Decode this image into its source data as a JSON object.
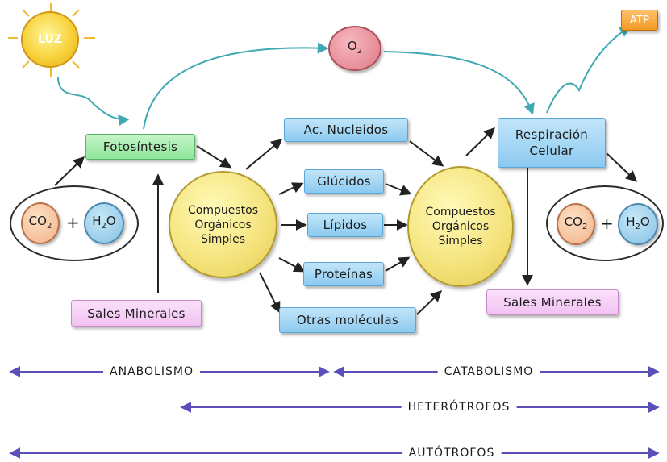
{
  "sun": {
    "label": "LUZ"
  },
  "oxygen": {
    "o": "O",
    "sub": "2"
  },
  "atp": {
    "label": "ATP"
  },
  "fotosintesis": {
    "label": "Fotosíntesis"
  },
  "respiracion": {
    "line1": "Respiración",
    "line2": "Celular"
  },
  "co2_left": {
    "c": "CO",
    "sub": "2"
  },
  "h2o_left": {
    "h": "H",
    "sub": "2",
    "o": "O"
  },
  "co2_right": {
    "c": "CO",
    "sub": "2"
  },
  "h2o_right": {
    "h": "H",
    "sub": "2",
    "o": "O"
  },
  "plus_sign": "+",
  "compuestos_left": {
    "line1": "Compuestos",
    "line2": "Orgánicos",
    "line3": "Simples"
  },
  "compuestos_right": {
    "line1": "Compuestos",
    "line2": "Orgánicos",
    "line3": "Simples"
  },
  "molecules": {
    "nucleidos": "Ac. Nucleidos",
    "glucidos": "Glúcidos",
    "lipidos": "Lípidos",
    "proteinas": "Proteínas",
    "otras": "Otras moléculas"
  },
  "sales_left": "Sales Minerales",
  "sales_right": "Sales Minerales",
  "scales": {
    "anabolismo": "ANABOLISMO",
    "catabolismo": "CATABOLISMO",
    "heterotrofos": "HETERÓTROFOS",
    "autotrofos": "AUTÓTROFOS"
  },
  "colors": {
    "curve_arrow": "#3fa8b3",
    "scale_arrow": "#5a4fb8",
    "box_blue": "#8ccaf0",
    "box_green": "#8fe59a",
    "box_pink": "#f1c2f1",
    "atp_orange": "#f39a25"
  }
}
